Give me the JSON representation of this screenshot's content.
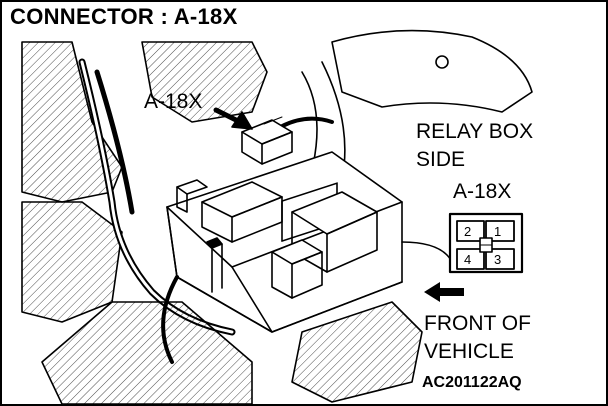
{
  "title": "CONNECTOR : A-18X",
  "callout_label": "A-18X",
  "relay_box": {
    "line1": "RELAY BOX",
    "line2": "SIDE"
  },
  "connector": {
    "label": "A-18X",
    "pins": [
      "2",
      "1",
      "4",
      "3"
    ]
  },
  "front": {
    "line1": "FRONT OF",
    "line2": "VEHICLE"
  },
  "figure_code": "AC201122AQ",
  "colors": {
    "ink": "#000000",
    "paper": "#ffffff"
  },
  "icons": [
    "callout-arrow-icon",
    "front-arrow-icon"
  ]
}
